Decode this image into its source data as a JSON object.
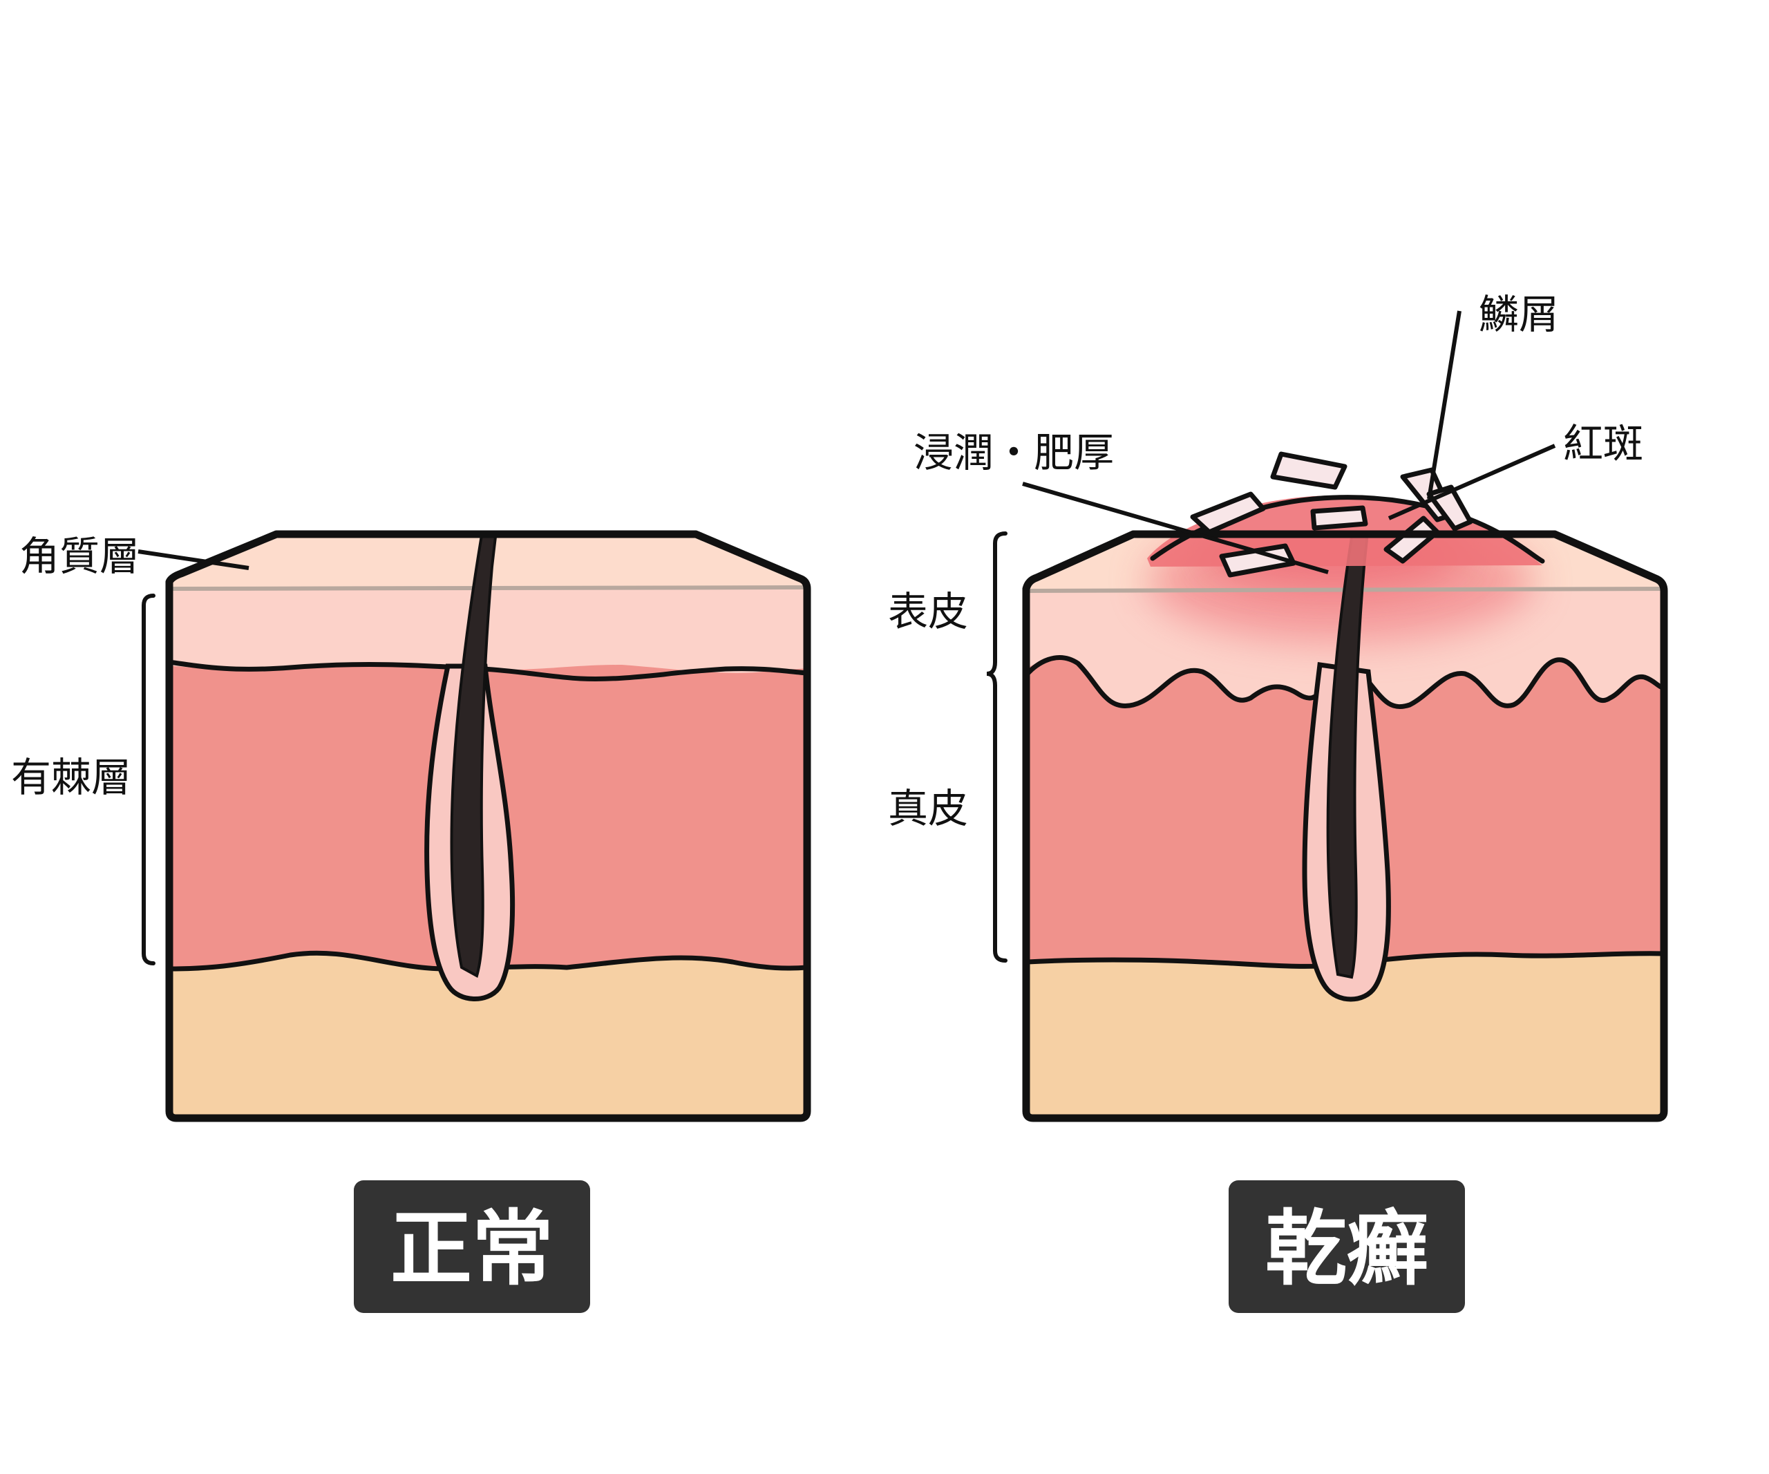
{
  "labels": {
    "kakushitsu": "角質層",
    "yukyoku": "有棘層",
    "hyohi": "表皮",
    "shinpi": "真皮",
    "shinjun": "浸潤・肥厚",
    "rinsetsu": "鱗屑",
    "kohan": "紅斑"
  },
  "badges": {
    "normal": "正常",
    "psoriasis": "乾癬"
  },
  "colors": {
    "outline": "#111111",
    "stratum_corneum": "#fddccc",
    "epidermis": "#fcd2c9",
    "dermis": "#f0928c",
    "subcutis": "#f6d0a4",
    "follicle": "#f9c8c2",
    "hair": "#2b2424",
    "erythema": "#ef6f78",
    "scale": "#f8e6e8",
    "badge": "#333333",
    "badge_text": "#ffffff"
  }
}
